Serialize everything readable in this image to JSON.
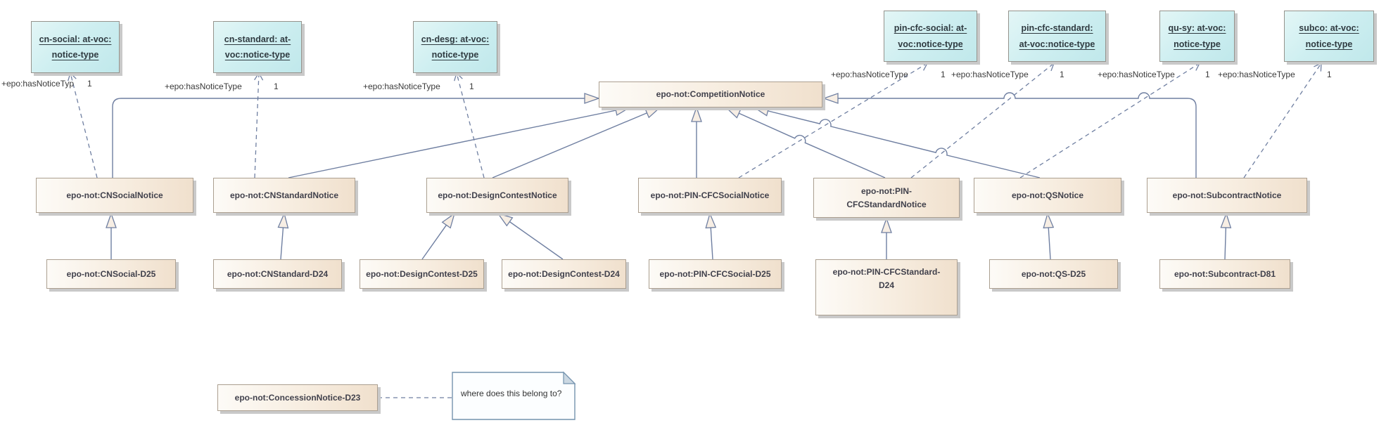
{
  "nodes": {
    "voc": [
      {
        "lines": [
          "cn-social: at-voc:",
          "notice-type"
        ]
      },
      {
        "lines": [
          "cn-standard: at-",
          "voc:notice-type"
        ]
      },
      {
        "lines": [
          "cn-desg: at-voc:",
          "notice-type"
        ]
      },
      {
        "lines": [
          "pin-cfc-social: at-",
          "voc:notice-type"
        ]
      },
      {
        "lines": [
          "pin-cfc-standard:",
          "at-voc:notice-type"
        ]
      },
      {
        "lines": [
          "qu-sy: at-voc:",
          "notice-type"
        ]
      },
      {
        "lines": [
          "subco: at-voc:",
          "notice-type"
        ]
      }
    ],
    "competition": {
      "label": "epo-not:CompetitionNotice"
    },
    "middle": [
      {
        "label": "epo-not:CNSocialNotice"
      },
      {
        "label": "epo-not:CNStandardNotice"
      },
      {
        "label": "epo-not:DesignContestNotice"
      },
      {
        "label": "epo-not:PIN-CFCSocialNotice"
      },
      {
        "label": "epo-not:PIN-CFCStandardNotice"
      },
      {
        "label": "epo-not:QSNotice"
      },
      {
        "label": "epo-not:SubcontractNotice"
      }
    ],
    "bottom": [
      {
        "label": "epo-not:CNSocial-D25"
      },
      {
        "label": "epo-not:CNStandard-D24"
      },
      {
        "label": "epo-not:DesignContest-D25"
      },
      {
        "label": "epo-not:DesignContest-D24"
      },
      {
        "label": "epo-not:PIN-CFCSocial-D25"
      },
      {
        "label": "epo-not:PIN-CFCStandard-D24"
      },
      {
        "label": "epo-not:QS-D25"
      },
      {
        "label": "epo-not:Subcontract-D81"
      }
    ],
    "concession": {
      "label": "epo-not:ConcessionNotice-D23"
    },
    "note": {
      "text": "where does this belong to?"
    }
  },
  "edge_labels": [
    {
      "role": "+epo:hasNoticeTyp",
      "multiplicity": "1"
    },
    {
      "role": "+epo:hasNoticeType",
      "multiplicity": "1"
    },
    {
      "role": "+epo:hasNoticeType",
      "multiplicity": "1"
    },
    {
      "role": "+epo:hasNoticeType",
      "multiplicity": "1"
    },
    {
      "role": "+epo:hasNoticeType",
      "multiplicity": "1"
    },
    {
      "role": "+epo:hasNoticeType",
      "multiplicity": "1"
    },
    {
      "role": "+epo:hasNoticeType",
      "multiplicity": "1"
    }
  ],
  "colors": {
    "connector": "#6F7FA1",
    "voc_fill": "#C9ECEF",
    "class_fill": "#F3E3D1",
    "note_border": "#7493AE"
  }
}
